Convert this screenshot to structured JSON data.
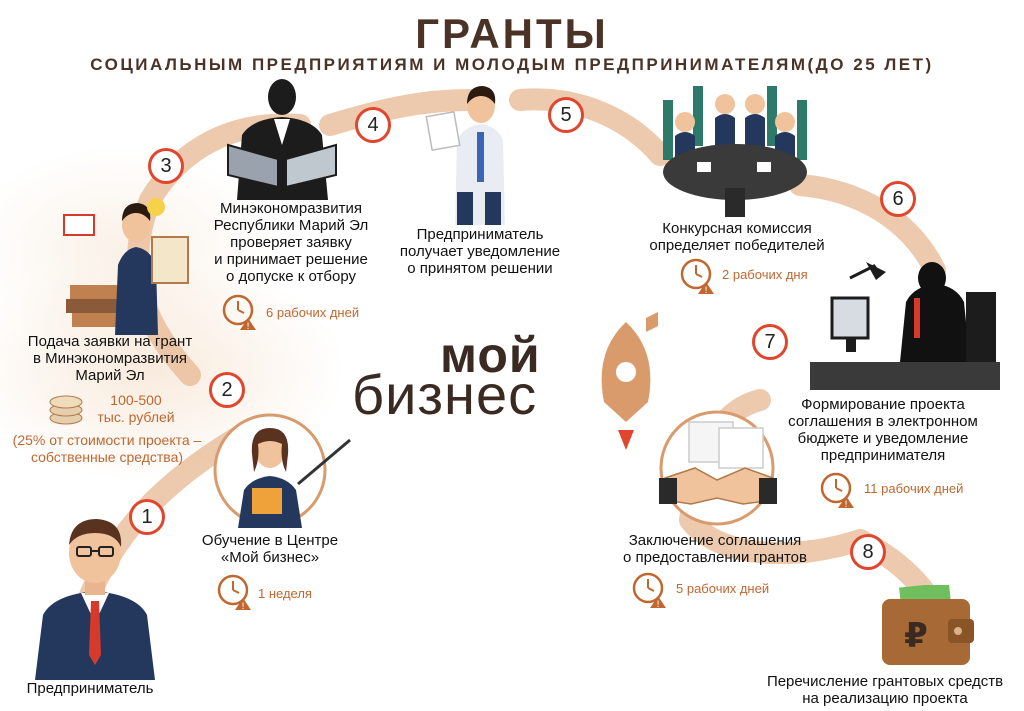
{
  "header": {
    "title": "ГРАНТЫ",
    "subtitle": "СОЦИАЛЬНЫМ ПРЕДПРИЯТИЯМ И МОЛОДЫМ ПРЕДПРИНИМАТЕЛЯМ(ДО 25 ЛЕТ)"
  },
  "logo": {
    "line1": "мой",
    "line2": "бизнес"
  },
  "colors": {
    "accent": "#e0462d",
    "arc": "#d99a6c",
    "time": "#c0672f",
    "dark": "#3b2a22"
  },
  "steps": [
    {
      "num": "1",
      "label_lines": [
        "Предприниматель"
      ],
      "time": ""
    },
    {
      "num": "2",
      "label_lines": [
        "Обучение в Центре",
        "«Мой бизнес»"
      ],
      "time": "1 неделя"
    },
    {
      "num": "3",
      "label_lines": [
        "Подача заявки на грант",
        "в Минэкономразвития",
        "Марий Эл"
      ],
      "amount": "100-500",
      "amount_unit": "тыс. рублей",
      "note_lines": [
        "(25% от стоимости проекта –",
        "собственные средства)"
      ],
      "time": ""
    },
    {
      "num": "4",
      "label_lines": [
        "Минэкономразвития",
        "Республики Марий Эл",
        "проверяет заявку",
        "и принимает решение",
        "о допуске к отбору"
      ],
      "time": "6 рабочих дней"
    },
    {
      "num": "5",
      "label_lines": [
        "Предприниматель",
        "получает уведомление",
        "о принятом решении"
      ],
      "time": ""
    },
    {
      "num": "6",
      "label_lines": [
        "Конкурсная комиссия",
        "определяет победителей"
      ],
      "time": "2 рабочих дня"
    },
    {
      "num": "7",
      "label_lines": [
        "Формирование проекта",
        "соглашения в электронном",
        "бюджете и уведомление",
        "предпринимателя"
      ],
      "time": "11 рабочих дней"
    },
    {
      "num": "8",
      "label_lines": [
        "Заключение соглашения",
        "о предоставлении грантов"
      ],
      "time": "5 рабочих дней"
    },
    {
      "num": "",
      "label_lines": [
        "Перечисление грантовых средств",
        "на реализацию проекта"
      ],
      "time": ""
    }
  ],
  "icons": {
    "clock": "clock-warning-icon",
    "coins": "coins-icon",
    "wallet": "wallet-ruble-icon",
    "ruble": "₽"
  }
}
